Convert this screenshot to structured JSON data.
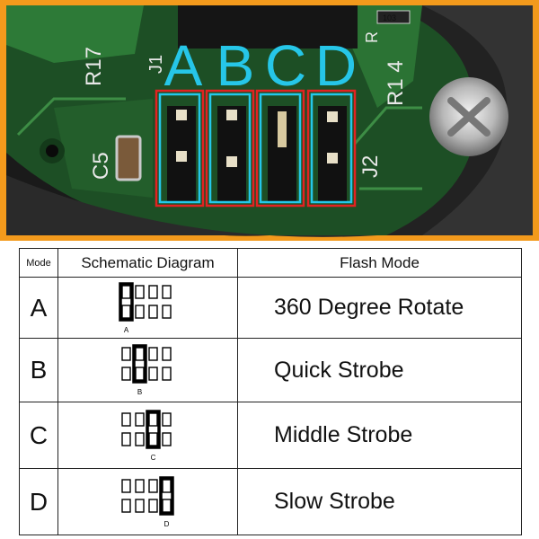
{
  "photo": {
    "big_letters": [
      "A",
      "B",
      "C",
      "D"
    ],
    "silkscreen": {
      "r17": "R17",
      "j1": "J1",
      "c5": "C5",
      "j2": "J2",
      "r14": "R1 4",
      "r_small": "R",
      "chip": "103"
    },
    "colors": {
      "border": "#f39a1c",
      "pcb": "#1f5a2a",
      "letters": "#26c6e8",
      "red_box": "#e32222",
      "cyan_box": "#24c7ea"
    }
  },
  "table": {
    "headers": {
      "mode": "Mode",
      "schematic": "Schematic Diagram",
      "flash": "Flash Mode"
    },
    "rows": [
      {
        "mode": "A",
        "flash": "360 Degree Rotate",
        "jumper_index": 0,
        "caption": "A"
      },
      {
        "mode": "B",
        "flash": "Quick Strobe",
        "jumper_index": 1,
        "caption": "B"
      },
      {
        "mode": "C",
        "flash": "Middle Strobe",
        "jumper_index": 2,
        "caption": "C"
      },
      {
        "mode": "D",
        "flash": "Slow Strobe",
        "jumper_index": 3,
        "caption": "D"
      }
    ]
  }
}
